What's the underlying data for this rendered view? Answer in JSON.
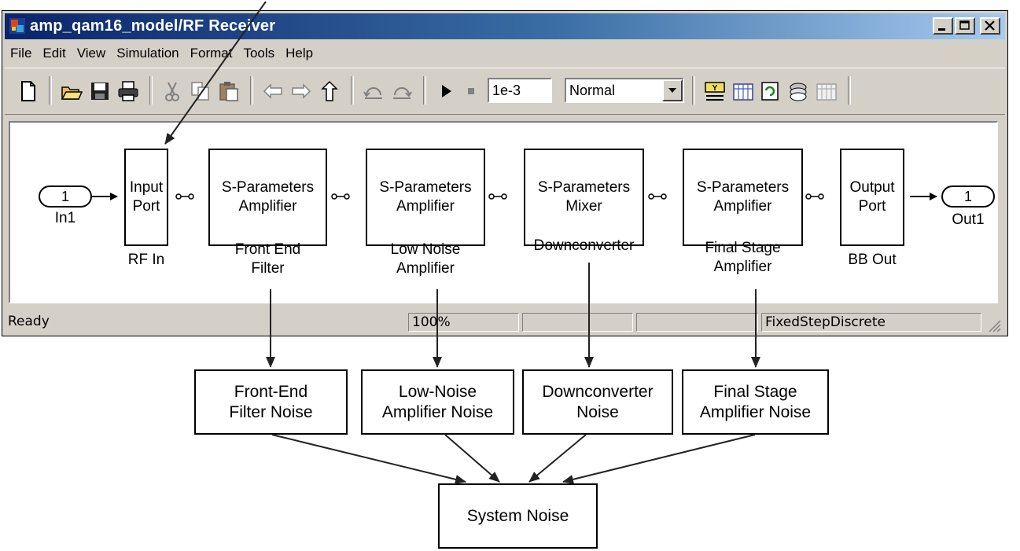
{
  "window": {
    "title": "amp_qam16_model/RF Receiver"
  },
  "menu": [
    "File",
    "Edit",
    "View",
    "Simulation",
    "Format",
    "Tools",
    "Help"
  ],
  "toolbar": {
    "stop_time": "1e-3",
    "sim_mode": "Normal"
  },
  "model": {
    "in_port_number": "1",
    "in_port_label": "In1",
    "out_port_number": "1",
    "out_port_label": "Out1",
    "blocks": [
      {
        "text": "Input\nPort",
        "caption": "RF In"
      },
      {
        "text": "S-Parameters\nAmplifier",
        "caption": "Front End\nFilter"
      },
      {
        "text": "S-Parameters\nAmplifier",
        "caption": "Low Noise\nAmplifier"
      },
      {
        "text": "S-Parameters\nMixer",
        "caption": "Downconverter"
      },
      {
        "text": "S-Parameters\nAmplifier",
        "caption": "Final Stage\nAmplifier"
      },
      {
        "text": "Output\nPort",
        "caption": "BB Out"
      }
    ]
  },
  "status": {
    "state": "Ready",
    "zoom": "100%",
    "cell3": "",
    "cell4": "",
    "solver": "FixedStepDiscrete"
  },
  "noise": {
    "boxes": [
      "Front-End\nFilter Noise",
      "Low-Noise\nAmplifier Noise",
      "Downconverter\nNoise",
      "Final Stage\nAmplifier Noise"
    ],
    "total": "System Noise"
  },
  "colors": {
    "titlebar_start": "#0a246a",
    "titlebar_end": "#a6caf0",
    "chrome": "#d4d0c8"
  }
}
